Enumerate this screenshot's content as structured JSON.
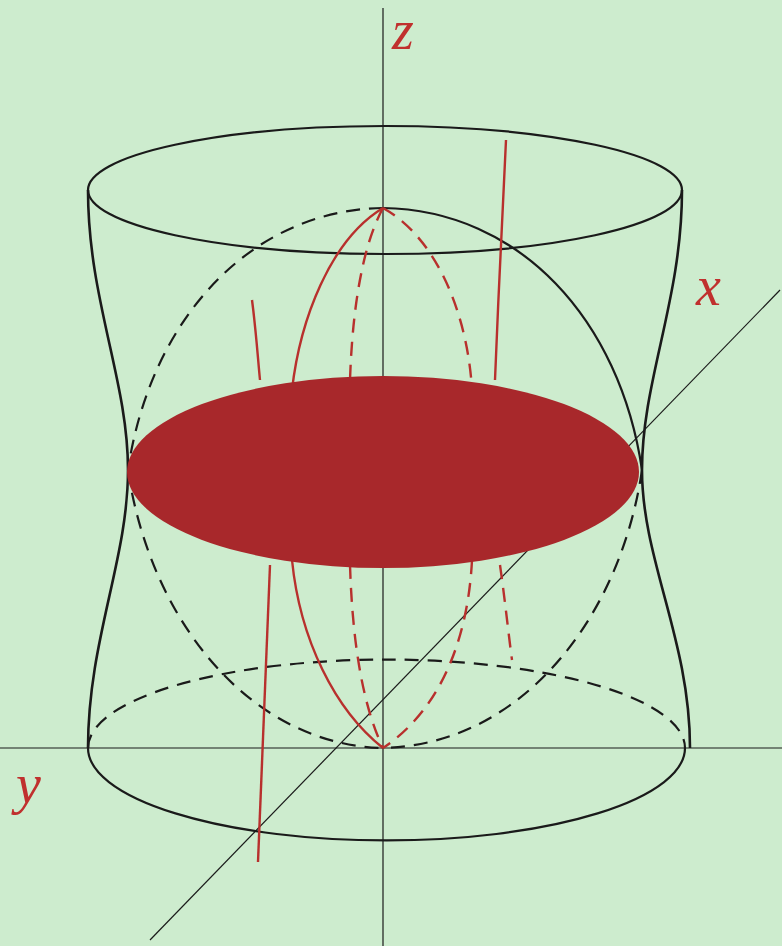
{
  "diagram": {
    "labels": [
      "z",
      "x",
      "y"
    ]
  }
}
